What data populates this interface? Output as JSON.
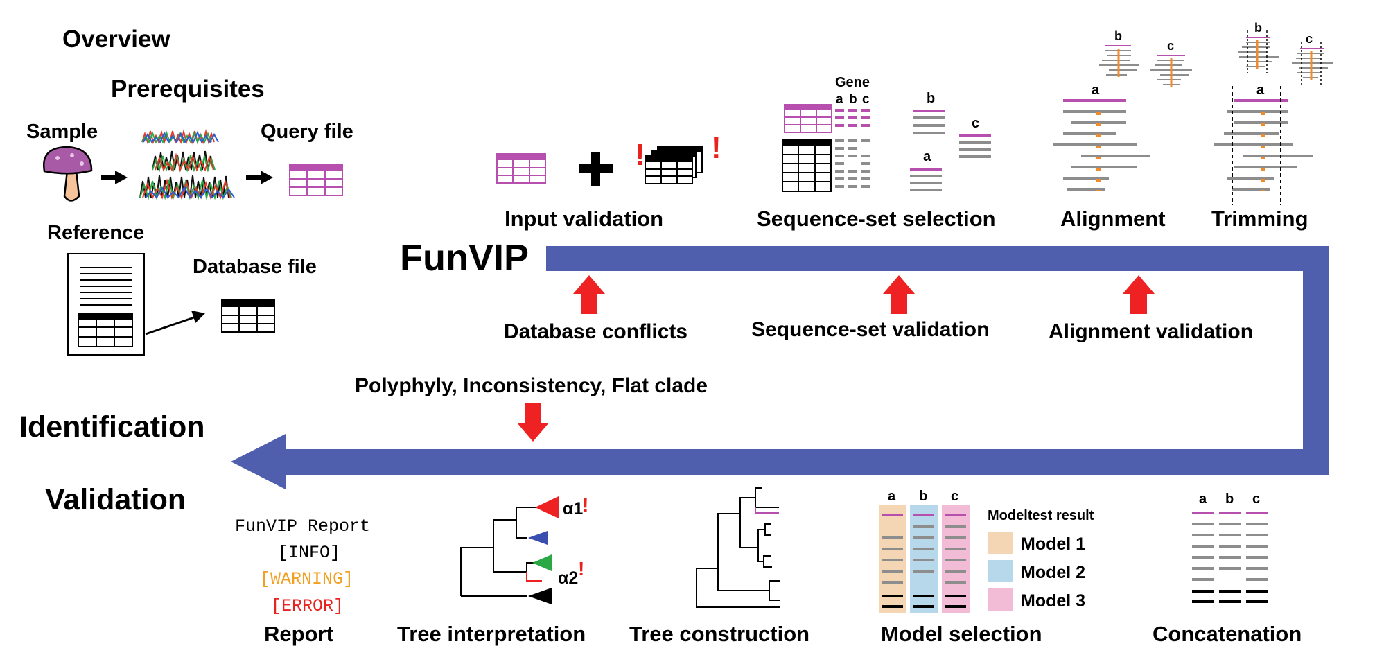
{
  "headings": {
    "overview": "Overview",
    "prerequisites": "Prerequisites",
    "funvip": "FunVIP",
    "identification": "Identification",
    "validation": "Validation"
  },
  "prereq": {
    "sample": "Sample",
    "query_file": "Query file",
    "reference": "Reference",
    "database_file": "Database file"
  },
  "steps": {
    "input_validation": "Input validation",
    "sequence_set_selection": "Sequence-set selection",
    "alignment": "Alignment",
    "trimming": "Trimming",
    "report": "Report",
    "tree_interpretation": "Tree interpretation",
    "tree_construction": "Tree construction",
    "model_selection": "Model selection",
    "concatenation": "Concatenation"
  },
  "checks": {
    "database_conflicts": "Database conflicts",
    "sequence_set_validation": "Sequence-set validation",
    "alignment_validation": "Alignment validation",
    "tree_checks": "Polyphyly, Inconsistency, Flat clade"
  },
  "gene_labels": {
    "gene": "Gene",
    "a": "a",
    "b": "b",
    "c": "c"
  },
  "report": {
    "title": "FunVIP Report",
    "info": "[INFO]",
    "warning": "[WARNING]",
    "error": "[ERROR]"
  },
  "tree_labels": {
    "alpha1": "α1",
    "alpha2": "α2",
    "alert": "!"
  },
  "modeltest": {
    "title": "Modeltest result",
    "models": [
      {
        "label": "Model 1",
        "color": "#f5d6b4"
      },
      {
        "label": "Model 2",
        "color": "#b7d8ea"
      },
      {
        "label": "Model 3",
        "color": "#f2bcd6"
      }
    ]
  },
  "colors": {
    "flow_arrow": "#4f5fae",
    "check_arrow": "#ee2222",
    "query_table": "#b64fae",
    "consensus": "#f08a2c",
    "seq_gray": "#8d8d8d",
    "report_warning": "#f2a024",
    "report_error": "#e8231f",
    "tree_clade_red": "#ee2222",
    "tree_clade_blue": "#3a4eb0",
    "tree_clade_green": "#2aa845"
  }
}
